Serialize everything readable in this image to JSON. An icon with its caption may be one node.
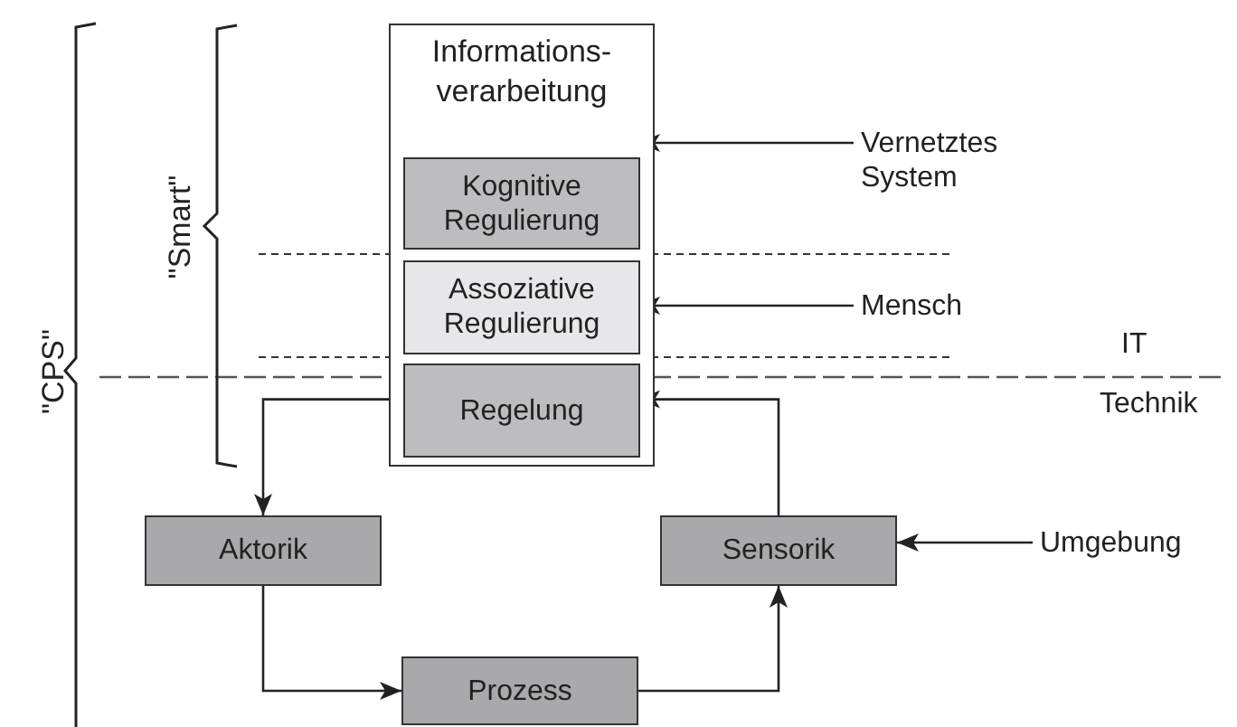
{
  "diagram": {
    "nodes": [
      {
        "text": [
          "Informations- verarbeitung"
        ]
      },
      {
        "text": [
          "Kognitive Regulierung"
        ],
        "in": 0
      },
      {
        "text": [
          "Assoziative Regulierung"
        ],
        "in": 0
      },
      {
        "text": [
          "Regelung"
        ],
        "in": 0
      },
      {
        "text": [
          "Aktorik"
        ]
      },
      {
        "text": [
          "Sensorik"
        ]
      },
      {
        "text": [
          "Prozess"
        ]
      },
      {
        "text": [
          "Vernetztes System"
        ]
      },
      {
        "text": [
          "Mensch"
        ]
      },
      {
        "text": [
          "Umgebung"
        ]
      }
    ],
    "edges": [
      {
        "from": 3,
        "to": 4,
        "arrow": "to"
      },
      {
        "from": 4,
        "to": 6,
        "arrow": "to"
      },
      {
        "from": 6,
        "to": 5,
        "arrow": "to"
      },
      {
        "from": 5,
        "to": 3,
        "arrow": "to"
      },
      {
        "from": 7,
        "to": 1,
        "arrow": "to"
      },
      {
        "from": 8,
        "to": 2,
        "arrow": "to"
      },
      {
        "from": 9,
        "to": 5,
        "arrow": "to"
      }
    ],
    "labels": [
      "\"CPS\"",
      "\"Smart\"",
      "IT",
      "Technik"
    ]
  }
}
